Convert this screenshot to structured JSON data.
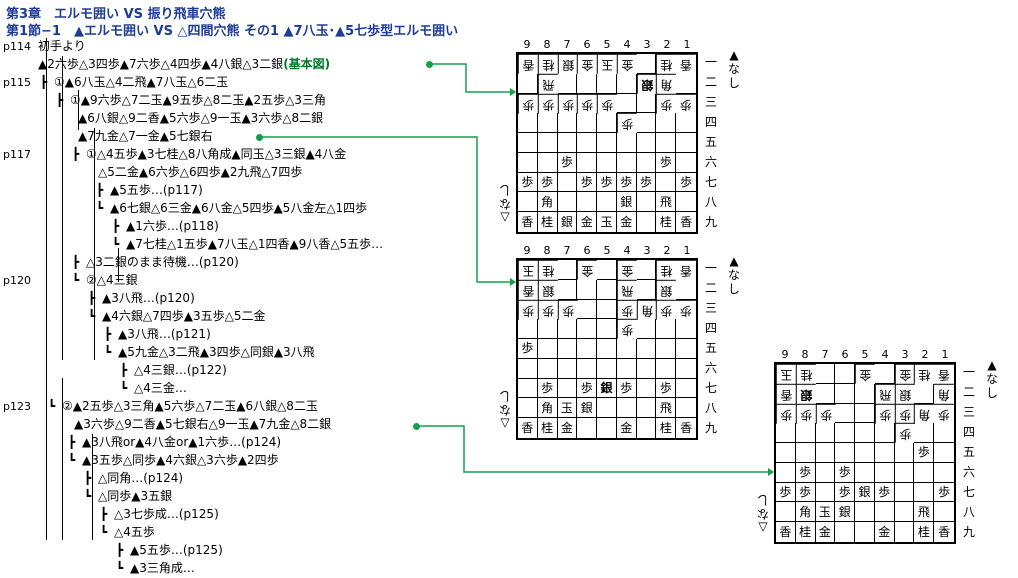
{
  "header": {
    "title1": "第3章　エルモ囲い VS 振り飛車穴熊",
    "title2": "第1節−1　▲エルモ囲い VS △四間穴熊 その1 ▲7八玉･▲5七歩型エルモ囲い"
  },
  "tree": [
    {
      "page": "p114",
      "indent": "",
      "move": "初手より",
      "mx": 38
    },
    {
      "page": "",
      "indent": "",
      "move": "▲2六歩△3四歩▲7六歩△4四歩▲4八銀△3二銀",
      "mx": 38,
      "base": "(基本図)"
    },
    {
      "page": "p115",
      "indent": "┣",
      "move": "①▲6八玉△4二飛▲7八玉△6二玉",
      "mx": 54
    },
    {
      "page": "",
      "indent": "┣",
      "move": "①▲9六歩△7二玉▲9五歩△8二玉▲2五歩△3三角",
      "mx": 70
    },
    {
      "page": "",
      "indent": "",
      "move": "▲6八銀△9二香▲5六歩△9一玉▲3六歩△8二銀",
      "mx": 78
    },
    {
      "page": "",
      "indent": "",
      "move": "▲7九金△7一金▲5七銀右",
      "mx": 78
    },
    {
      "page": "p117",
      "indent": "┣",
      "move": "①△4五歩▲3七桂△8八角成▲同玉△3三銀▲4八金",
      "mx": 86
    },
    {
      "page": "",
      "indent": "",
      "move": "△5二金▲6六歩△6四歩▲2九飛△7四歩",
      "mx": 98
    },
    {
      "page": "",
      "indent": "┣",
      "move": "▲5五歩…(p117)",
      "mx": 110
    },
    {
      "page": "",
      "indent": "┗",
      "move": "▲6七銀△6三金▲6八金△5四歩▲5八金左△1四歩",
      "mx": 110
    },
    {
      "page": "",
      "indent": "┣",
      "move": "▲1六歩…(p118)",
      "mx": 126
    },
    {
      "page": "",
      "indent": "┗",
      "move": "▲7七桂△1五歩▲7八玉△1四香▲9八香△5五歩…",
      "mx": 126
    },
    {
      "page": "",
      "indent": "┣",
      "move": "△3二銀のまま待機…(p120)",
      "mx": 86
    },
    {
      "page": "p120",
      "indent": "┗",
      "move": "②△4三銀",
      "mx": 86
    },
    {
      "page": "",
      "indent": "┣",
      "move": "▲3八飛…(p120)",
      "mx": 102
    },
    {
      "page": "",
      "indent": "┗",
      "move": "▲4六銀△7四歩▲3五歩△5二金",
      "mx": 102
    },
    {
      "page": "",
      "indent": "┣",
      "move": "▲3八飛…(p121)",
      "mx": 118
    },
    {
      "page": "",
      "indent": "┗",
      "move": "▲5九金△3二飛▲3四歩△同銀▲3八飛",
      "mx": 118
    },
    {
      "page": "",
      "indent": "┣",
      "move": "△4三銀…(p122)",
      "mx": 134
    },
    {
      "page": "",
      "indent": "┗",
      "move": "△4三金…",
      "mx": 134
    },
    {
      "page": "p123",
      "indent": "┗",
      "move": "②▲2五歩△3三角▲5六歩△7二玉▲6八銀△8二玉",
      "mx": 62
    },
    {
      "page": "",
      "indent": "",
      "move": "▲3六歩△9二香▲5七銀右△9一玉▲7九金△8二銀",
      "mx": 74
    },
    {
      "page": "",
      "indent": "┣",
      "move": "▲3八飛or▲4八金or▲1六歩…(p124)",
      "mx": 82
    },
    {
      "page": "",
      "indent": "┗",
      "move": "▲3五歩△同歩▲4六銀△3六歩▲2四歩",
      "mx": 82
    },
    {
      "page": "",
      "indent": "┣",
      "move": "△同角…(p124)",
      "mx": 98
    },
    {
      "page": "",
      "indent": "┗",
      "move": "△同歩▲3五銀",
      "mx": 98
    },
    {
      "page": "",
      "indent": "┣",
      "move": "△3七歩成…(p125)",
      "mx": 114
    },
    {
      "page": "",
      "indent": "┗",
      "move": "△4五歩",
      "mx": 114
    },
    {
      "page": "",
      "indent": "┣",
      "move": "▲5五歩…(p125)",
      "mx": 130
    },
    {
      "page": "",
      "indent": "┗",
      "move": "▲3三角成…",
      "mx": 130
    }
  ],
  "boards": [
    {
      "cols": [
        "9",
        "8",
        "7",
        "6",
        "5",
        "4",
        "3",
        "2",
        "1"
      ],
      "ranks": [
        "一",
        "二",
        "三",
        "四",
        "五",
        "六",
        "七",
        "八",
        "九"
      ],
      "gote_hand": [
        "▲",
        "な",
        "し"
      ],
      "sente_hand": [
        "△",
        "な",
        "し"
      ],
      "cells": [
        [
          "香",
          "桂",
          "銀",
          "金",
          "玉",
          "金",
          "",
          "桂",
          "香"
        ],
        [
          "",
          "飛",
          "",
          "",
          "",
          "",
          "銀",
          "角",
          ""
        ],
        [
          "歩",
          "歩",
          "歩",
          "歩",
          "歩",
          "",
          "",
          "歩",
          "歩"
        ],
        [
          "",
          "",
          "",
          "",
          "",
          "歩",
          "",
          "",
          ""
        ],
        [
          "",
          "",
          "",
          "",
          "",
          "",
          "",
          "",
          ""
        ],
        [
          "",
          "",
          "歩",
          "",
          "",
          "",
          "",
          "歩",
          ""
        ],
        [
          "歩",
          "歩",
          "",
          "歩",
          "歩",
          "歩",
          "歩",
          "",
          "歩"
        ],
        [
          "",
          "角",
          "",
          "",
          "",
          "銀",
          "",
          "飛",
          ""
        ],
        [
          "香",
          "桂",
          "銀",
          "金",
          "玉",
          "金",
          "",
          "桂",
          "香"
        ]
      ],
      "gote": [
        [
          1,
          1,
          1,
          1,
          1,
          1,
          0,
          1,
          1
        ],
        [
          0,
          1,
          0,
          0,
          0,
          0,
          1,
          1,
          0
        ],
        [
          1,
          1,
          1,
          1,
          1,
          0,
          0,
          1,
          1
        ],
        [
          0,
          0,
          0,
          0,
          0,
          1,
          0,
          0,
          0
        ],
        [
          0,
          0,
          0,
          0,
          0,
          0,
          0,
          0,
          0
        ],
        [
          0,
          0,
          0,
          0,
          0,
          0,
          0,
          0,
          0
        ],
        [
          0,
          0,
          0,
          0,
          0,
          0,
          0,
          0,
          0
        ],
        [
          0,
          0,
          0,
          0,
          0,
          0,
          0,
          0,
          0
        ],
        [
          0,
          0,
          0,
          0,
          0,
          0,
          0,
          0,
          0
        ]
      ],
      "bold": [
        [
          1,
          6
        ]
      ]
    },
    {
      "cols": [
        "9",
        "8",
        "7",
        "6",
        "5",
        "4",
        "3",
        "2",
        "1"
      ],
      "ranks": [
        "一",
        "二",
        "三",
        "四",
        "五",
        "六",
        "七",
        "八",
        "九"
      ],
      "gote_hand": [
        "▲",
        "な",
        "し"
      ],
      "sente_hand": [
        "△",
        "な",
        "し"
      ],
      "cells": [
        [
          "玉",
          "桂",
          "",
          "金",
          "",
          "金",
          "",
          "桂",
          "香"
        ],
        [
          "香",
          "銀",
          "",
          "",
          "",
          "飛",
          "",
          "銀",
          ""
        ],
        [
          "歩",
          "歩",
          "歩",
          "",
          "",
          "歩",
          "角",
          "歩",
          "歩"
        ],
        [
          "",
          "",
          "",
          "",
          "",
          "歩",
          "",
          "",
          ""
        ],
        [
          "歩",
          "",
          "",
          "",
          "",
          "",
          "",
          "",
          ""
        ],
        [
          "",
          "",
          "",
          "",
          "",
          "",
          "",
          "",
          ""
        ],
        [
          "",
          "歩",
          "",
          "歩",
          "銀",
          "歩",
          "",
          "歩",
          ""
        ],
        [
          "",
          "角",
          "玉",
          "銀",
          "",
          "",
          "",
          "飛",
          ""
        ],
        [
          "香",
          "桂",
          "金",
          "",
          "",
          "金",
          "",
          "桂",
          "香"
        ]
      ],
      "gote": [
        [
          1,
          1,
          0,
          1,
          0,
          1,
          0,
          1,
          1
        ],
        [
          1,
          1,
          0,
          0,
          0,
          1,
          0,
          1,
          0
        ],
        [
          1,
          1,
          1,
          0,
          0,
          1,
          1,
          1,
          1
        ],
        [
          0,
          0,
          0,
          0,
          0,
          1,
          0,
          0,
          0
        ],
        [
          0,
          0,
          0,
          0,
          0,
          0,
          0,
          0,
          0
        ],
        [
          0,
          0,
          0,
          0,
          0,
          0,
          0,
          0,
          0
        ],
        [
          0,
          0,
          0,
          0,
          0,
          0,
          0,
          0,
          0
        ],
        [
          0,
          0,
          0,
          0,
          0,
          0,
          0,
          0,
          0
        ],
        [
          0,
          0,
          0,
          0,
          0,
          0,
          0,
          0,
          0
        ]
      ],
      "bold": [
        [
          6,
          4
        ]
      ]
    },
    {
      "cols": [
        "9",
        "8",
        "7",
        "6",
        "5",
        "4",
        "3",
        "2",
        "1"
      ],
      "ranks": [
        "一",
        "二",
        "三",
        "四",
        "五",
        "六",
        "七",
        "八",
        "九"
      ],
      "gote_hand": [
        "▲",
        "な",
        "し"
      ],
      "sente_hand": [
        "△",
        "な",
        "し"
      ],
      "cells": [
        [
          "玉",
          "桂",
          "",
          "",
          "金",
          "",
          "金",
          "桂",
          "香"
        ],
        [
          "香",
          "銀",
          "",
          "",
          "",
          "飛",
          "銀",
          "",
          "角"
        ],
        [
          "歩",
          "歩",
          "歩",
          "",
          "",
          "歩",
          "歩",
          "角",
          "歩"
        ],
        [
          "",
          "",
          "",
          "",
          "",
          "",
          "歩",
          "",
          ""
        ],
        [
          "",
          "",
          "",
          "",
          "",
          "",
          "",
          "歩",
          ""
        ],
        [
          "",
          "歩",
          "",
          "歩",
          "",
          "",
          "",
          "",
          ""
        ],
        [
          "歩",
          "歩",
          "",
          "歩",
          "銀",
          "歩",
          "",
          "",
          "歩"
        ],
        [
          "",
          "角",
          "玉",
          "銀",
          "",
          "",
          "",
          "飛",
          ""
        ],
        [
          "香",
          "桂",
          "金",
          "",
          "",
          "金",
          "",
          "桂",
          "香"
        ]
      ],
      "gote": [
        [
          1,
          1,
          0,
          0,
          1,
          0,
          1,
          1,
          1
        ],
        [
          1,
          1,
          0,
          0,
          0,
          1,
          1,
          0,
          1
        ],
        [
          1,
          1,
          1,
          0,
          0,
          1,
          1,
          1,
          1
        ],
        [
          0,
          0,
          0,
          0,
          0,
          0,
          1,
          0,
          0
        ],
        [
          0,
          0,
          0,
          0,
          0,
          0,
          0,
          0,
          0
        ],
        [
          0,
          0,
          0,
          0,
          0,
          0,
          0,
          0,
          0
        ],
        [
          0,
          0,
          0,
          0,
          0,
          0,
          0,
          0,
          0
        ],
        [
          0,
          0,
          0,
          0,
          0,
          0,
          0,
          0,
          0
        ],
        [
          0,
          0,
          0,
          0,
          0,
          0,
          0,
          0,
          0
        ]
      ],
      "bold": [
        [
          1,
          1
        ]
      ]
    }
  ],
  "colors": {
    "title": "#1e3c96",
    "link": "#12a04a",
    "base_label": "#007a28"
  }
}
